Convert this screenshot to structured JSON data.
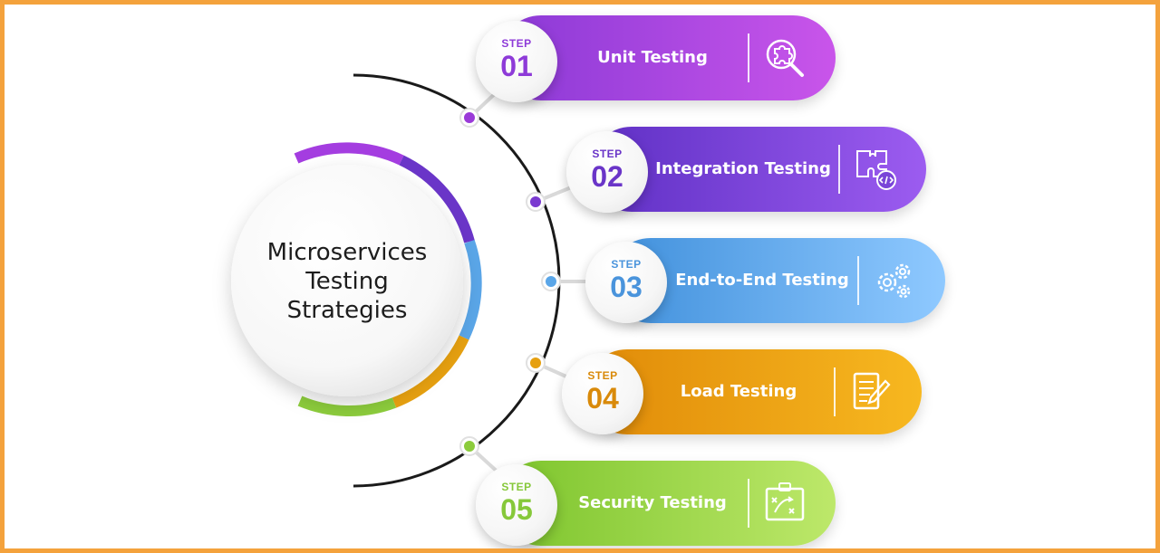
{
  "center": {
    "lines": [
      "Microservices",
      "Testing",
      "Strategies"
    ]
  },
  "steps": [
    {
      "step_label": "STEP",
      "number": "01",
      "title": "Unit Testing",
      "icon": "puzzle-magnifier-icon",
      "color_start": "#8a39d6",
      "color_end": "#c955ea",
      "accent": "#8e3bd8",
      "dot": "#9a3ad8"
    },
    {
      "step_label": "STEP",
      "number": "02",
      "title": "Integration Testing",
      "icon": "puzzle-code-icon",
      "color_start": "#5e2fc4",
      "color_end": "#9c5cf0",
      "accent": "#6a35c8",
      "dot": "#7a3ad0"
    },
    {
      "step_label": "STEP",
      "number": "03",
      "title": "End-to-End Testing",
      "icon": "gears-icon",
      "color_start": "#3f8fdb",
      "color_end": "#8fc9ff",
      "accent": "#4a94dc",
      "dot": "#5aa6e8"
    },
    {
      "step_label": "STEP",
      "number": "04",
      "title": "Load Testing",
      "icon": "clipboard-pen-icon",
      "color_start": "#e08a08",
      "color_end": "#f7b820",
      "accent": "#d98a0a",
      "dot": "#e6a010"
    },
    {
      "step_label": "STEP",
      "number": "05",
      "title": "Security Testing",
      "icon": "strategy-board-icon",
      "color_start": "#7cc42c",
      "color_end": "#bde86a",
      "accent": "#86c83a",
      "dot": "#8ccc3c"
    }
  ],
  "colors": {
    "frame_border": "#f4a23c",
    "arc_line": "#1a1a1a"
  }
}
